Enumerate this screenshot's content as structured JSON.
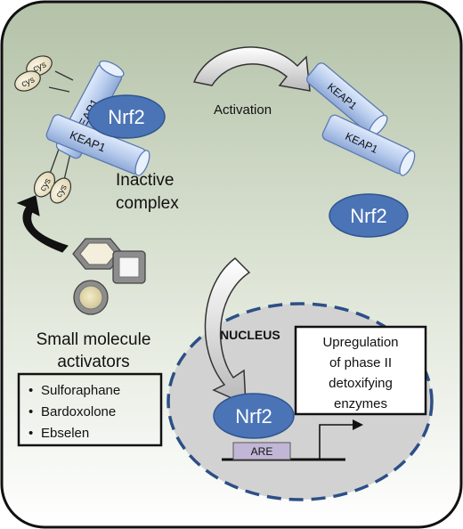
{
  "inactive_complex": {
    "cys_labels": [
      "cys",
      "cys",
      "cys",
      "cys"
    ],
    "keap1_labels": [
      "KEAP1",
      "KEAP1"
    ],
    "nrf2_label": "Nrf2",
    "caption_line1": "Inactive",
    "caption_line2": "complex"
  },
  "activation": {
    "label": "Activation",
    "keap1_labels": [
      "KEAP1",
      "KEAP1"
    ],
    "free_nrf2_label": "Nrf2"
  },
  "activators": {
    "title_line1": "Small molecule",
    "title_line2": "activators",
    "items": [
      "Sulforaphane",
      "Bardoxolone",
      "Ebselen"
    ],
    "bullet": "•"
  },
  "nucleus": {
    "label": "NUCLEUS",
    "nrf2_label": "Nrf2",
    "are_label": "ARE",
    "outcome_lines": [
      "Upregulation",
      "of phase II",
      "detoxifying",
      "enzymes"
    ]
  },
  "colors": {
    "background_top": "#b4c2a8",
    "background_bottom": "#ffffff",
    "nrf2_fill": "#4a74b6",
    "keap1_fill": "#b9cdee",
    "nucleus_fill": "#d2d2d2",
    "nucleus_border": "#2c4f86",
    "are_fill": "#c2b6d6"
  }
}
